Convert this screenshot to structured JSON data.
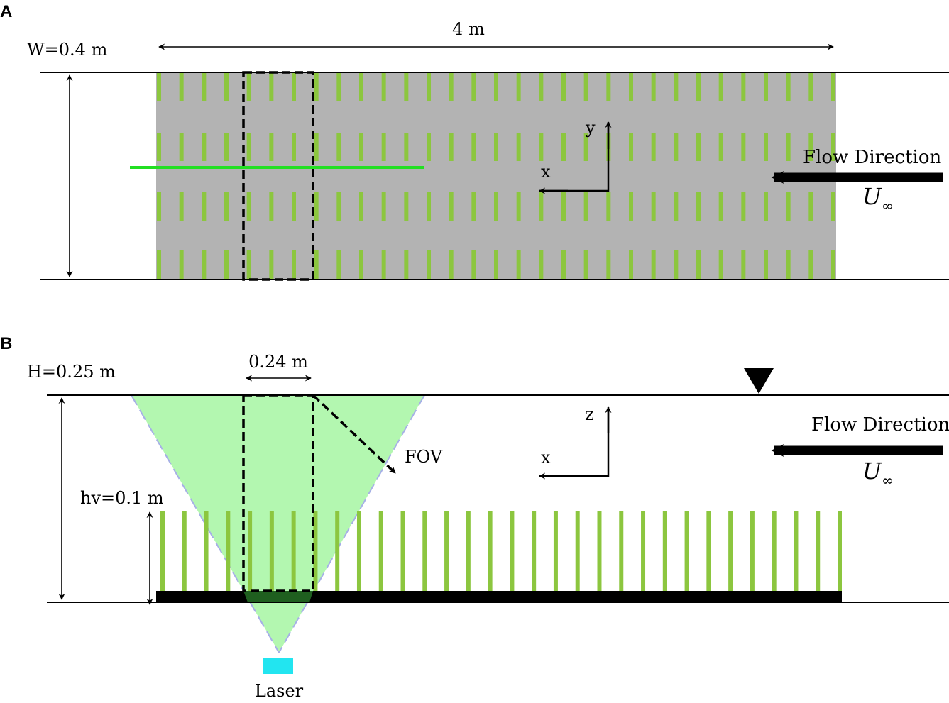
{
  "panel_a": {
    "label": "A",
    "length_label": "4 m",
    "width_label": "W=0.4 m",
    "axis_y": "y",
    "axis_x": "x",
    "flow_label": "Flow Direction",
    "velocity_symbol": "U",
    "velocity_subscript": "∞",
    "stem_rows": 4,
    "stem_columns": 31
  },
  "panel_b": {
    "label": "B",
    "depth_label": "H=0.25 m",
    "fov_width_label": "0.24 m",
    "fov_label": "FOV",
    "axis_z": "z",
    "axis_x": "x",
    "flow_label": "Flow Direction",
    "velocity_symbol": "U",
    "velocity_subscript": "∞",
    "canopy_height_label": "hv=0.1 m",
    "laser_label": "Laser",
    "stem_count": 32
  },
  "colors": {
    "canopy_gray": "#b3b3b3",
    "stem_green": "#8cc63f",
    "laser_line_green": "#22e022",
    "light_sheet": "#b3f7b0",
    "light_sheet_overlap": "#1f5f1f",
    "laser_cyan": "#22e5f0",
    "light_sheet_edge": "#a6b0e6"
  }
}
